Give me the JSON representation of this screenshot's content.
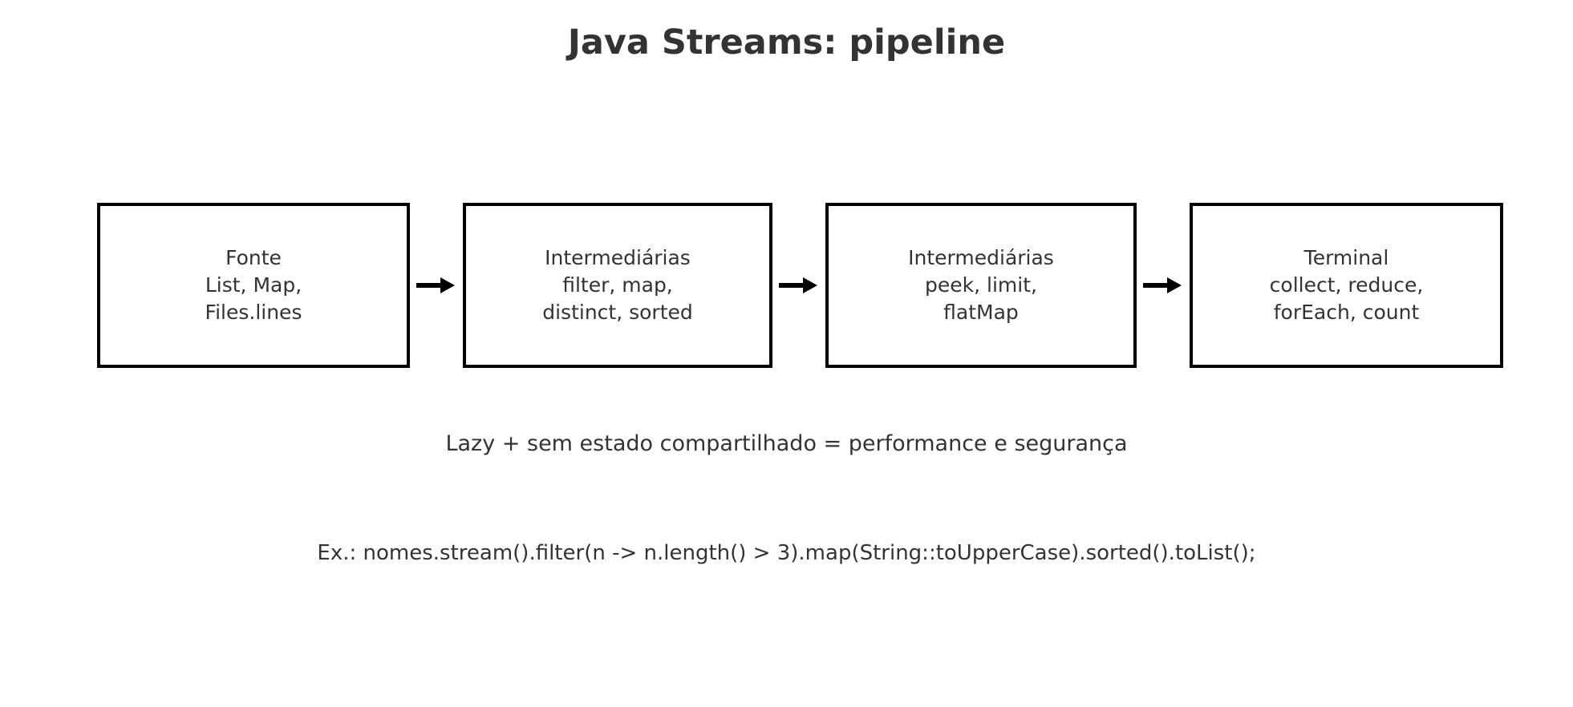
{
  "slide": {
    "title": "Java Streams: pipeline",
    "background_color": "#ffffff",
    "text_color": "#333333",
    "border_color": "#000000"
  },
  "pipeline": {
    "arrow_icon": "arrow-right-icon",
    "stages": [
      {
        "id": "source",
        "line1": "Fonte",
        "line2": "List, Map,",
        "line3": "Files.lines"
      },
      {
        "id": "intermediate-1",
        "line1": "Intermediárias",
        "line2": "filter, map,",
        "line3": "distinct, sorted"
      },
      {
        "id": "intermediate-2",
        "line1": "Intermediárias",
        "line2": "peek, limit,",
        "line3": "flatMap"
      },
      {
        "id": "terminal",
        "line1": "Terminal",
        "line2": "collect, reduce,",
        "line3": "forEach, count"
      }
    ]
  },
  "caption": "Lazy + sem estado compartilhado = performance e segurança",
  "code_example": "Ex.: nomes.stream().filter(n -> n.length() > 3).map(String::toUpperCase).sorted().toList();"
}
